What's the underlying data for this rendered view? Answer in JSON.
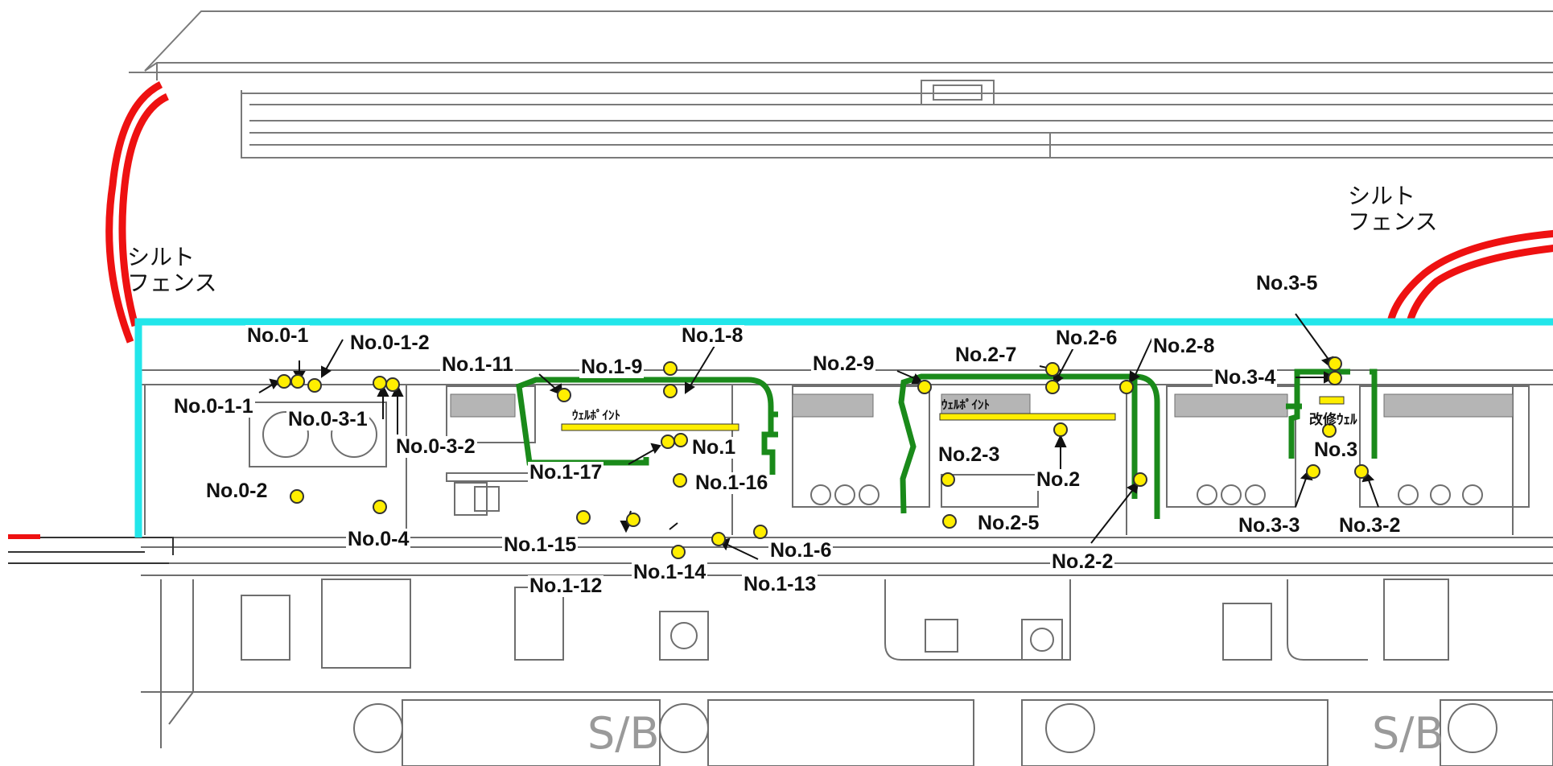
{
  "colors": {
    "boundary": "#22e6ea",
    "silt_fence": "#ee1111",
    "wall": "#1a8a1a",
    "well_point": "#ffee00",
    "drawing_line": "#7a7a7a"
  },
  "silt_fence_labels": [
    {
      "text": "シルト\nフェンス"
    },
    {
      "text": "シルト\nフェンス"
    }
  ],
  "structure_labels": {
    "well_point_1": "ｳｪﾙﾎﾟｲﾝﾄ",
    "well_point_2": "ｳｪﾙﾎﾟｲﾝﾄ",
    "repair_well": "改修ｳｪﾙ"
  },
  "points": [
    {
      "id": "No.0-1"
    },
    {
      "id": "No.0-1-2"
    },
    {
      "id": "No.0-1-1"
    },
    {
      "id": "No.0-3-1"
    },
    {
      "id": "No.0-3-2"
    },
    {
      "id": "No.0-2"
    },
    {
      "id": "No.0-4"
    },
    {
      "id": "No.1-11"
    },
    {
      "id": "No.1-9"
    },
    {
      "id": "No.1-8"
    },
    {
      "id": "No.1"
    },
    {
      "id": "No.1-17"
    },
    {
      "id": "No.1-16"
    },
    {
      "id": "No.1-15"
    },
    {
      "id": "No.1-12"
    },
    {
      "id": "No.1-14"
    },
    {
      "id": "No.1-13"
    },
    {
      "id": "No.1-6"
    },
    {
      "id": "No.2-9"
    },
    {
      "id": "No.2-7"
    },
    {
      "id": "No.2-6"
    },
    {
      "id": "No.2-8"
    },
    {
      "id": "No.2-3"
    },
    {
      "id": "No.2"
    },
    {
      "id": "No.2-5"
    },
    {
      "id": "No.2-2"
    },
    {
      "id": "No.3-5"
    },
    {
      "id": "No.3-4"
    },
    {
      "id": "No.3"
    },
    {
      "id": "No.3-3"
    },
    {
      "id": "No.3-2"
    }
  ]
}
